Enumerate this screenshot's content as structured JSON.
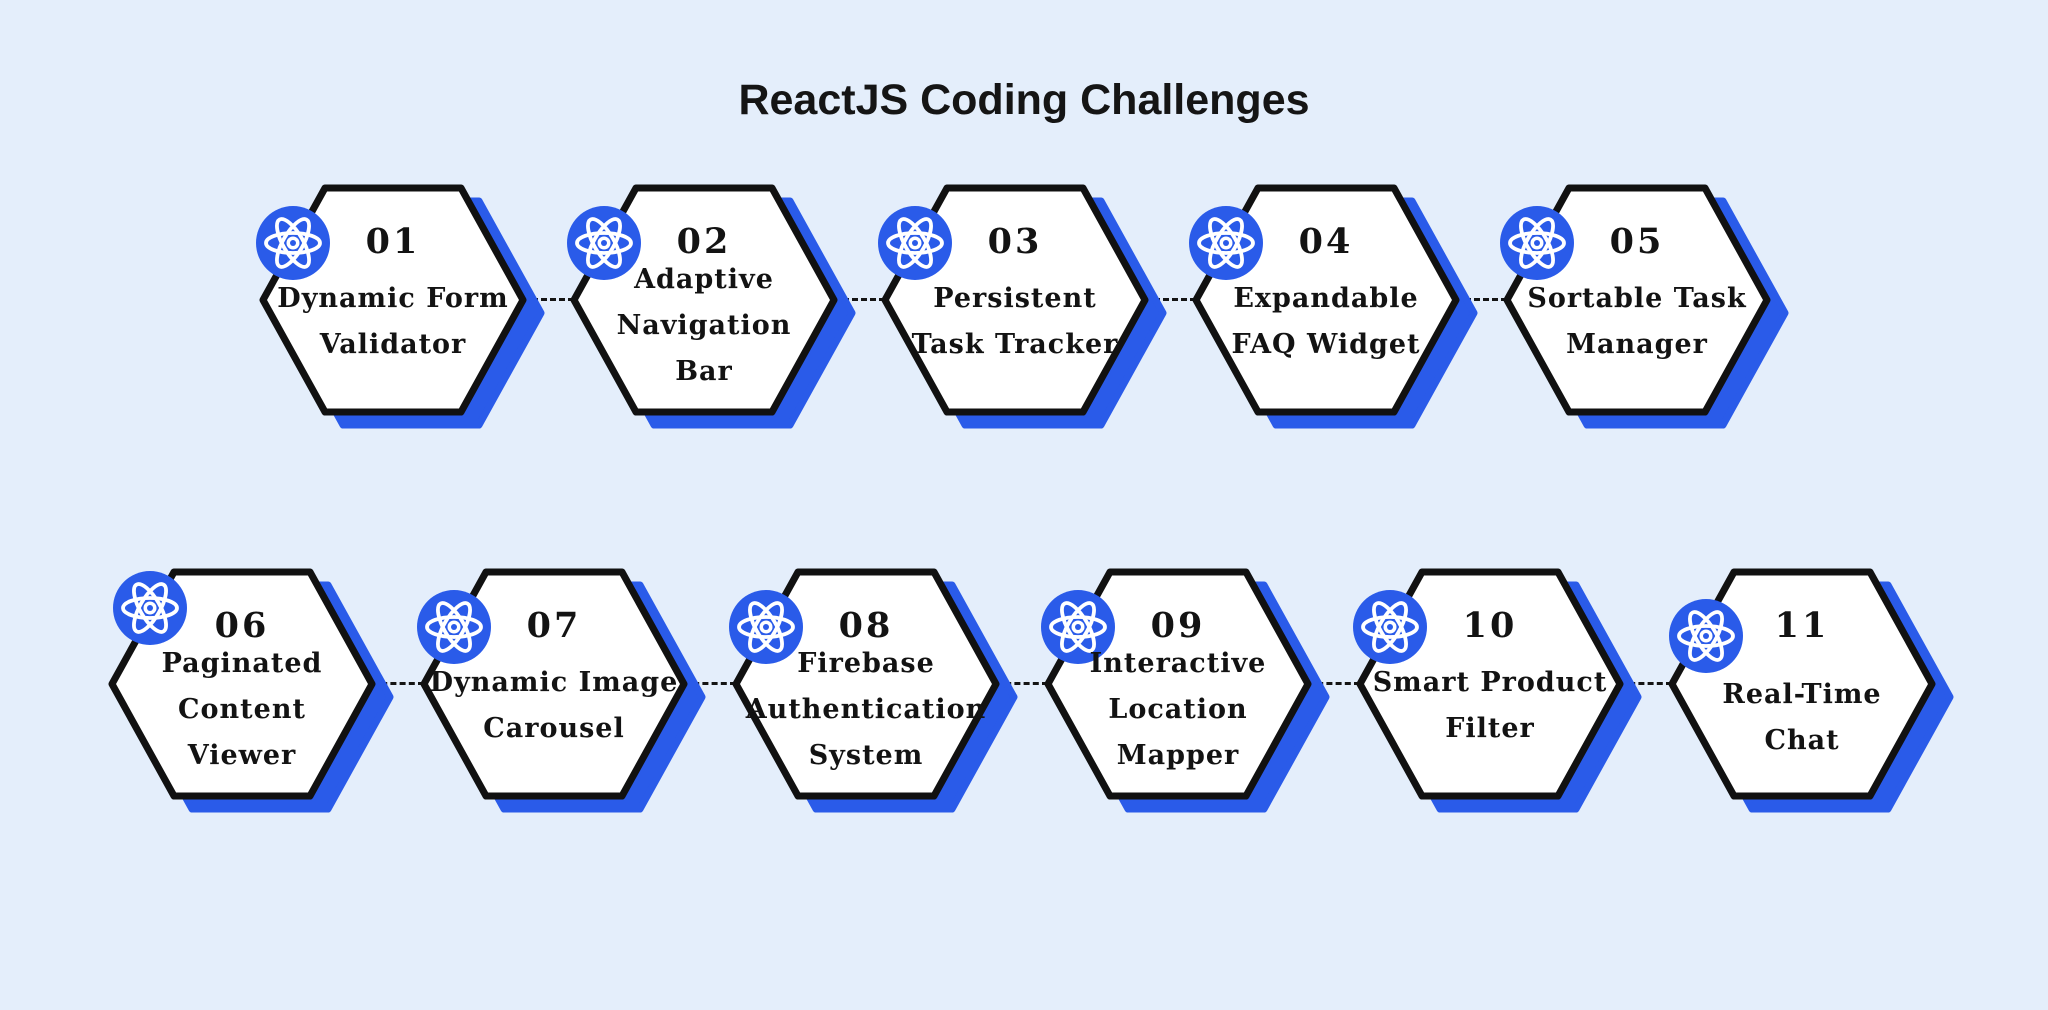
{
  "title": "ReactJS Coding Challenges",
  "colors": {
    "background": "#E4EEFB",
    "accent_blue": "#2A5BE9",
    "outline_black": "#111111",
    "hexagon_fill": "#FFFFFF",
    "text_dark": "#141414"
  },
  "icon_legend": {
    "badge": "react-logo-icon"
  },
  "challenges": [
    {
      "number": "01",
      "name": "Dynamic Form Validator",
      "name_lines": [
        "Dynamic Form",
        "Validator"
      ],
      "row": 1
    },
    {
      "number": "02",
      "name": "Adaptive Navigation Bar",
      "name_lines": [
        "Adaptive",
        "Navigation",
        "Bar"
      ],
      "row": 1
    },
    {
      "number": "03",
      "name": "Persistent Task Tracker",
      "name_lines": [
        "Persistent",
        "Task Tracker"
      ],
      "row": 1
    },
    {
      "number": "04",
      "name": "Expandable FAQ Widget",
      "name_lines": [
        "Expandable",
        "FAQ Widget"
      ],
      "row": 1
    },
    {
      "number": "05",
      "name": "Sortable Task Manager",
      "name_lines": [
        "Sortable Task",
        "Manager"
      ],
      "row": 1
    },
    {
      "number": "06",
      "name": "Paginated Content Viewer",
      "name_lines": [
        "Paginated",
        "Content",
        "Viewer"
      ],
      "row": 2
    },
    {
      "number": "07",
      "name": "Dynamic Image Carousel",
      "name_lines": [
        "Dynamic Image",
        "Carousel"
      ],
      "row": 2
    },
    {
      "number": "08",
      "name": "Firebase Authentication System",
      "name_lines": [
        "Firebase",
        "Authentication",
        "System"
      ],
      "row": 2
    },
    {
      "number": "09",
      "name": "Interactive Location Mapper",
      "name_lines": [
        "Interactive",
        "Location",
        "Mapper"
      ],
      "row": 2
    },
    {
      "number": "10",
      "name": "Smart Product Filter",
      "name_lines": [
        "Smart Product",
        "Filter"
      ],
      "row": 2
    },
    {
      "number": "11",
      "name": "Real-Time Chat",
      "name_lines": [
        "Real-Time",
        "Chat"
      ],
      "row": 2
    }
  ]
}
